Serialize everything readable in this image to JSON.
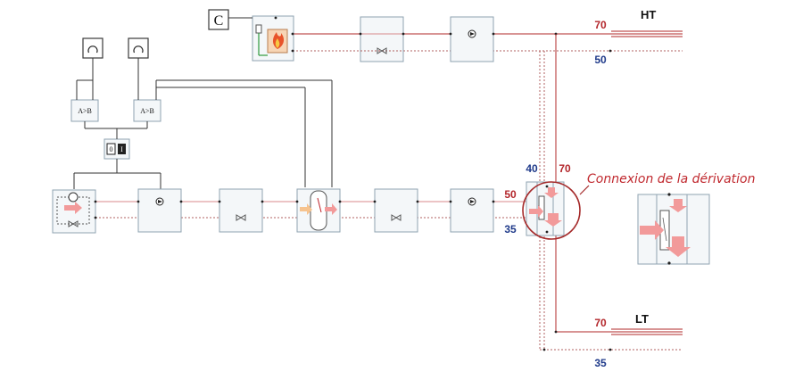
{
  "labels": {
    "ht": "HT",
    "lt": "LT",
    "callout": "Connexion de la dérivation",
    "comparator": "A>B",
    "switch_left": "0",
    "switch_right": "I",
    "boiler_sensor": "C"
  },
  "temperatures": {
    "ht_supply": "70",
    "ht_return": "50",
    "bypass_cold": "40",
    "bypass_hot": "70",
    "loop_supply": "50",
    "loop_return": "35",
    "lt_supply": "70",
    "lt_return": "35"
  },
  "colors": {
    "supply": "#b02a2a",
    "return": "#b06060",
    "callout": "#c0282e",
    "hot_label": "#b3262b",
    "cold_label": "#1f3a8a"
  }
}
